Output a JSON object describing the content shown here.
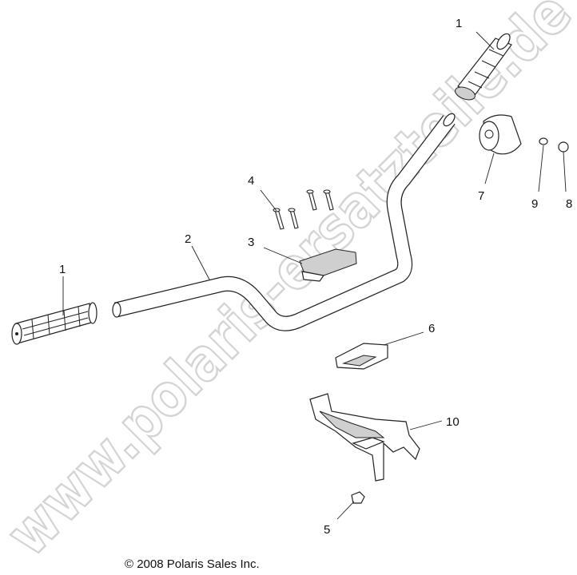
{
  "watermark": "www.polaris-ersatzteile.de",
  "copyright": "© 2008 Polaris Sales Inc.",
  "callouts": {
    "grip_right": "1",
    "grip_left": "1",
    "handlebar": "2",
    "clamp_upper": "3",
    "bolts": "4",
    "nut": "5",
    "clamp_lower": "6",
    "pad": "7",
    "part8": "8",
    "part9": "9",
    "bracket": "10"
  }
}
